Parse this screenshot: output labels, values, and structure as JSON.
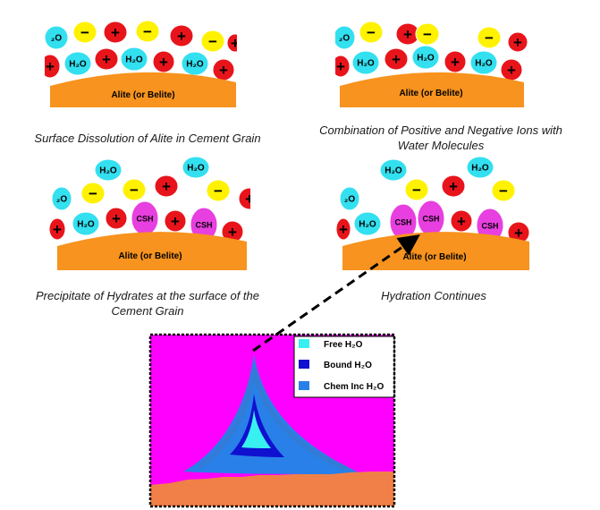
{
  "grain_label": "Alite (or Belite)",
  "water_label": "H₂O",
  "water_label_partial": "₂O",
  "csh_label": "CSH",
  "positive_sign": "+",
  "negative_sign": "−",
  "captions": {
    "panel1": "Surface Dissolution of Alite in Cement Grain",
    "panel2_line1": "Combination of Positive and Negative Ions with",
    "panel2_line2": "Water Molecules",
    "panel3_line1": "Precipitate of Hydrates at the surface of the",
    "panel3_line2": "Cement Grain",
    "panel4": "Hydration Continues"
  },
  "legend": {
    "free_water": "Free H₂O",
    "bound_water": "Bound H₂O",
    "chem_water": "Chem Inc H₂O"
  },
  "colors": {
    "grain_orange": "#F7931E",
    "water_cyan": "#33E0F0",
    "positive_red": "#E8141B",
    "negative_yellow": "#FFF200",
    "csh_magenta": "#E83FE0",
    "micro_background": "#FF00FF",
    "micro_grain": "#F08048",
    "free_water_color": "#38F0F0",
    "bound_water_color": "#1010D0",
    "chem_water_color": "#2880E8"
  }
}
